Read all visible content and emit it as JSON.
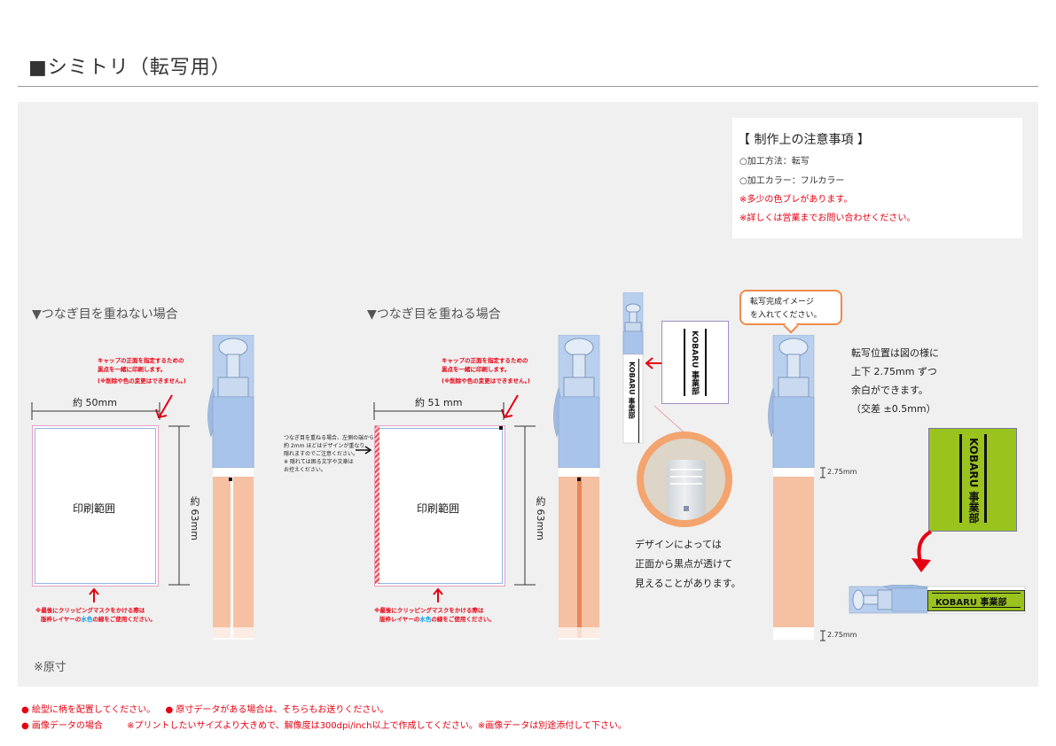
{
  "page": {
    "title": "■シミトリ（転写用）",
    "original_size_note": "※原寸"
  },
  "notes": {
    "heading": "【 制作上の注意事項 】",
    "method": "○加工方法：転写",
    "color": "○加工カラー：フルカラー",
    "warning1": "※多少の色ブレがあります。",
    "warning2": "※詳しくは営業までお問い合わせください。"
  },
  "section_no_overlap": {
    "heading": "▼つなぎ目を重ねない場合",
    "cap_note_1": "キャップの正面を指定するための",
    "cap_note_2": "黒点を一緒に印刷します。",
    "cap_note_3": "(※削除や色の変更はできません。)",
    "width_label": "約 50mm",
    "height_label": "約 63mm",
    "area_label": "印刷範囲",
    "mask_note_1": "※最後にクリッピングマスクをかける際は",
    "mask_note_2a": "版枠レイヤーの",
    "mask_note_2b": "水色",
    "mask_note_2c": "の線をご使用ください。"
  },
  "section_overlap": {
    "heading": "▼つなぎ目を重ねる場合",
    "cap_note_1": "キャップの正面を指定するための",
    "cap_note_2": "黒点を一緒に印刷します。",
    "cap_note_3": "(※削除や色の変更はできません。)",
    "width_label": "約 51 mm",
    "height_label": "約 63mm",
    "area_label": "印刷範囲",
    "side_note_1": "つなぎ目を重ねる場合、左側の端から",
    "side_note_2": "約 2mm ほどはデザインが重なり",
    "side_note_3": "隠れますのでご注意ください。",
    "side_note_4": "※ 隠れては困る文字や文章は",
    "side_note_5": "お控えください。",
    "mask_note_1": "※最後にクリッピングマスクをかける際は",
    "mask_note_2a": "版枠レイヤーの",
    "mask_note_2b": "水色",
    "mask_note_2c": "の線をご使用ください。"
  },
  "sample": {
    "label_text": "KOBARU 事業部",
    "see_through_1": "デザインによっては",
    "see_through_2": "正面から黒点が透けて",
    "see_through_3": "見えることがあります。"
  },
  "transfer": {
    "bubble_1": "転写完成イメージ",
    "bubble_2": "を入れてください。",
    "margin_top": "2.75mm",
    "margin_bottom": "2.75mm",
    "desc_1": "転写位置は図の様に",
    "desc_2": "上下 2.75mm ずつ",
    "desc_3": "余白ができます。",
    "desc_4": "（交差 ±0.5mm）",
    "label_text": "KOBARU 事業部",
    "label_color": "#9ac31e"
  },
  "footer": {
    "line1a": "● 絵型に柄を配置してください。",
    "line1b": "● 原寸データがある場合は、そちらもお送りください。",
    "line2a": "● 画像データの場合",
    "line2b": "※プリントしたいサイズより大きめで、解像度は300dpi/inch以上で作成してください。※画像データは別途添付して下さい。"
  },
  "colors": {
    "accent_red": "#e60012",
    "cap_blue": "#b8d0ee",
    "body_peach": "#f6c0a2",
    "stripe_orange": "#e8865a",
    "bubble_orange": "#f08a4b",
    "light_blue_text": "#00a0e9"
  }
}
